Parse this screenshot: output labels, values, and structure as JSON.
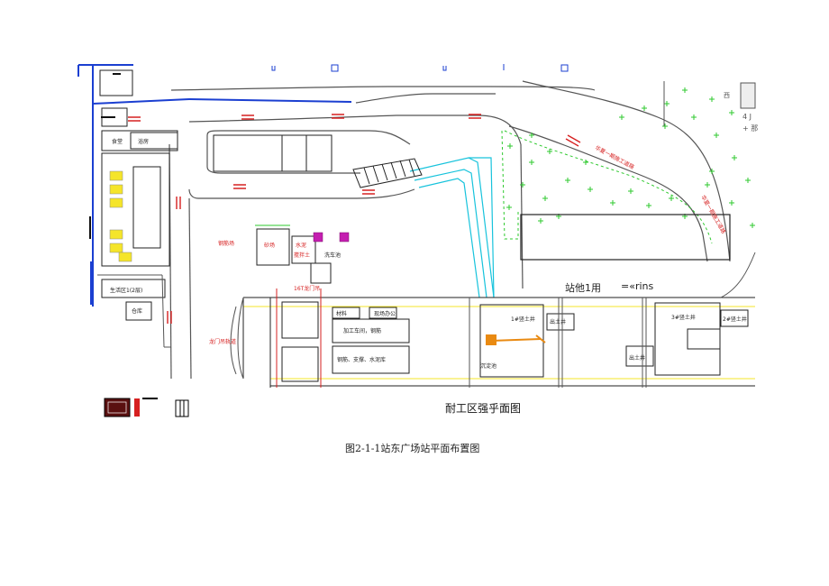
{
  "plan_title": "耐工区强乎面图",
  "figure_caption": "图2-1-1站东广场站平面布置图",
  "annotations": {
    "station_note": "站他1用",
    "code_note": "=«rins"
  },
  "labels": {
    "canteen": "食堂",
    "bathroom": "浴房",
    "office": "生活区1(2层)",
    "storage": "仓库",
    "steel_yard": "钢筋场",
    "sand_yard": "砂场",
    "cement": "水泥",
    "mixer": "搅拌土",
    "wash": "洗车池",
    "gate": "16T龙门吊",
    "material": "材料",
    "site_office": "现场办公",
    "warehouse1": "加工车间，钢筋",
    "warehouse2": "钢筋、支撑、水泥库",
    "gantry_road": "龙门吊轨道",
    "shaft1": "1#竖土井",
    "shaft2": "2#竖土井",
    "shaft3": "3#竖土井",
    "exit1": "出土井",
    "exit2": "出土井",
    "sediment": "沉淀池",
    "road_a": "华夏一期施工道路",
    "road_b": "华夏一期施工道路",
    "east": "西",
    "right_mark": "4 J",
    "right_mark2": "+ 那"
  },
  "colors": {
    "blue": "#1b3fd1",
    "red": "#d62020",
    "cyan": "#17c3dc",
    "green": "#2ec92e",
    "magenta": "#c41fb0",
    "yellow": "#f5e52a",
    "orange": "#e98a12",
    "gray": "#6b6b6b"
  }
}
